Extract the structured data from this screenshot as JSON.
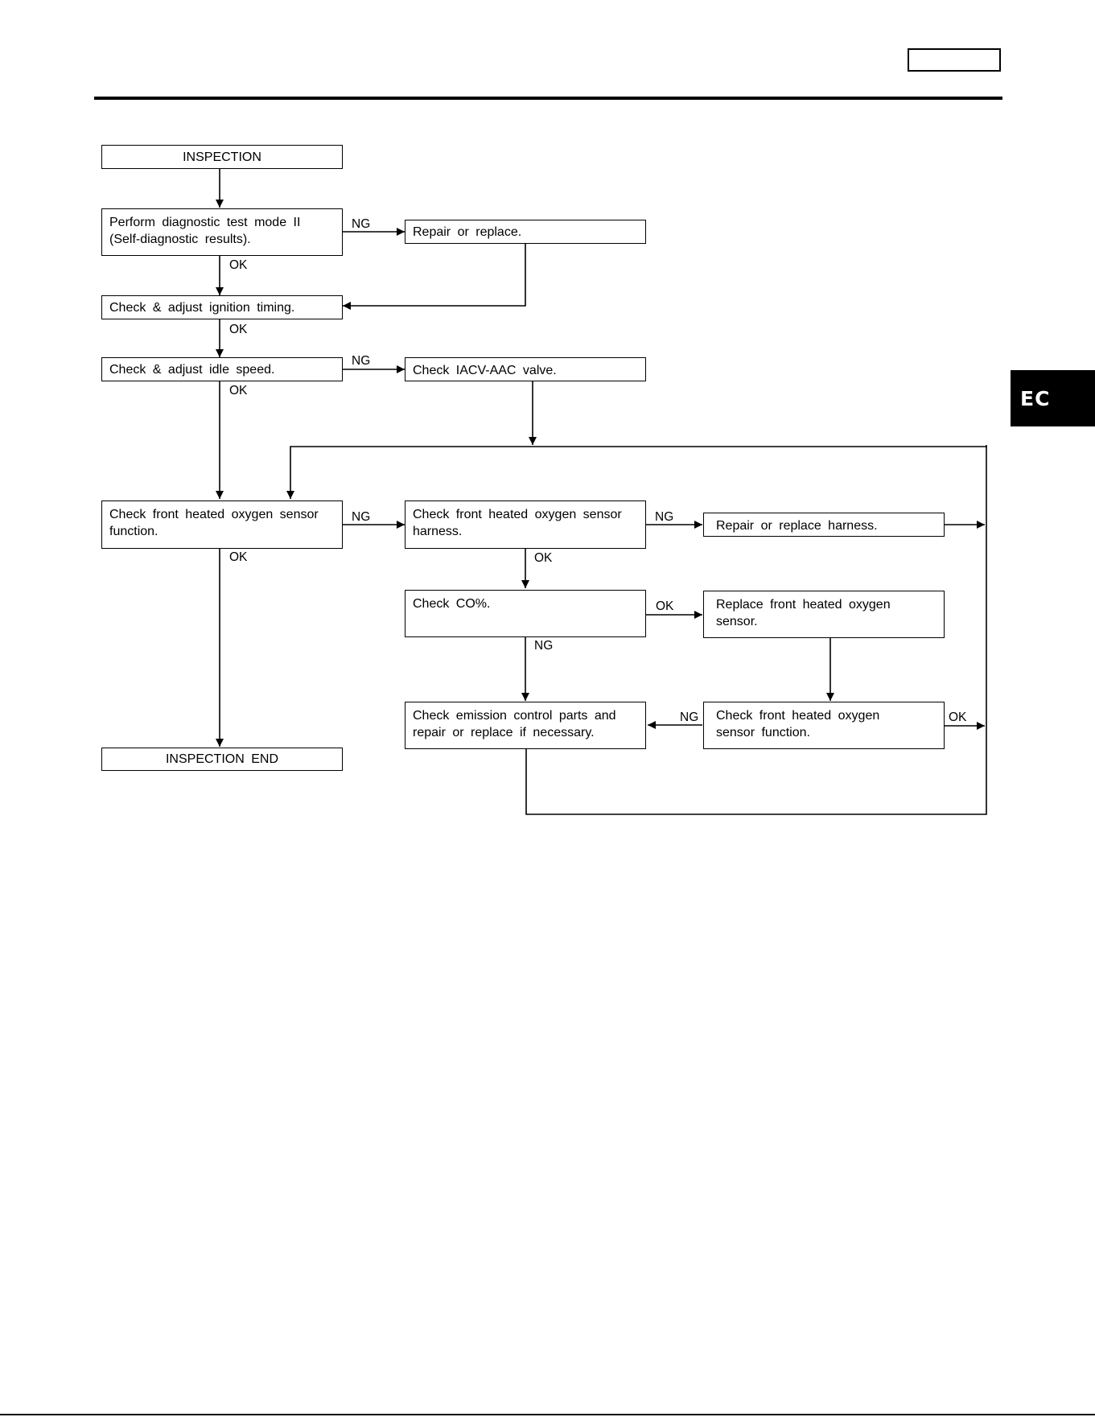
{
  "side_tab": "EC",
  "nodes": {
    "inspection": "INSPECTION",
    "diag_test": [
      "Perform diagnostic test mode II",
      "(Self-diagnostic results)."
    ],
    "repair_replace": "Repair or replace.",
    "ignition_timing": "Check & adjust ignition timing.",
    "idle_speed": "Check & adjust idle speed.",
    "iacv": "Check IACV-AAC valve.",
    "o2_function": [
      "Check front heated oxygen sensor",
      "function."
    ],
    "o2_harness": [
      "Check front heated oxygen sensor",
      "harness."
    ],
    "repair_harness": "Repair or replace harness.",
    "check_co": "Check CO%.",
    "replace_o2": [
      "Replace front heated oxygen",
      "sensor."
    ],
    "emission_parts": [
      "Check emission control parts and",
      "repair or replace if necessary."
    ],
    "o2_function_2": [
      "Check front heated oxygen",
      "sensor function."
    ],
    "inspection_end": "INSPECTION END"
  },
  "labels": {
    "ng": "NG",
    "ok": "OK"
  }
}
